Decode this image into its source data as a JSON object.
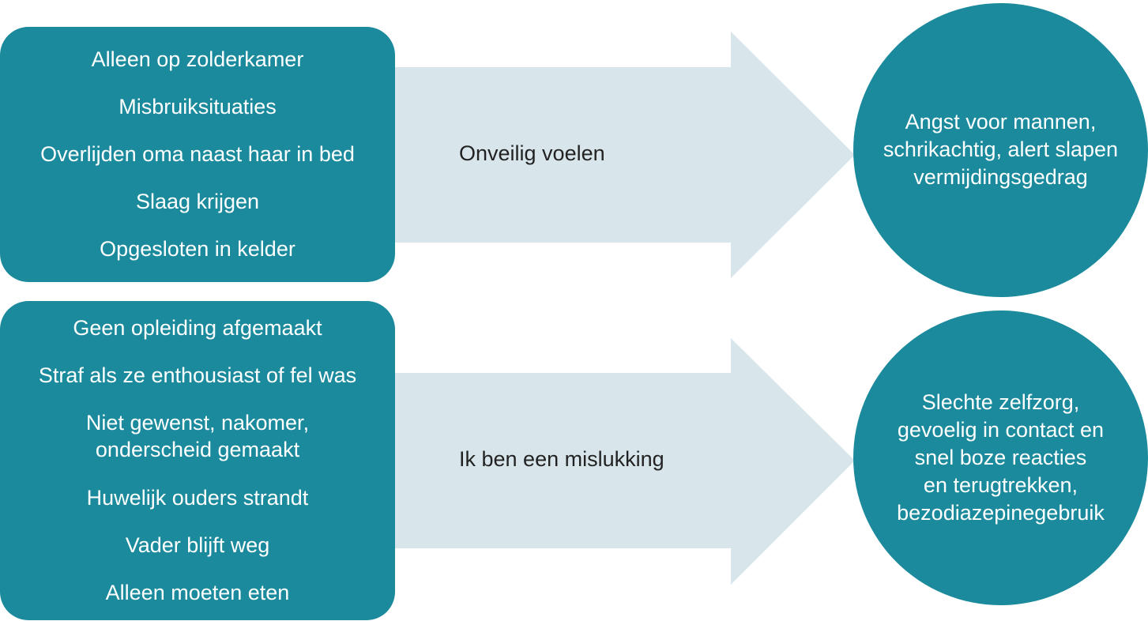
{
  "colors": {
    "box": "#1a8a9c",
    "arrow": "#d8e6eb",
    "box_text": "#ffffff",
    "arrow_text": "#222222"
  },
  "flows": [
    {
      "causes": [
        "Alleen op zolderkamer",
        "Misbruiksituaties",
        "Overlijden oma naast haar in bed",
        "Slaag krijgen",
        "Opgesloten in kelder"
      ],
      "belief": "Onveilig voelen",
      "consequence": "Angst voor mannen,\nschrikachtig, alert slapen\nvermijdingsgedrag"
    },
    {
      "causes": [
        "Geen opleiding afgemaakt",
        "Straf als ze enthousiast of fel was",
        "Niet gewenst, nakomer,\nonderscheid gemaakt",
        "Huwelijk ouders strandt",
        "Vader blijft weg",
        "Alleen moeten eten"
      ],
      "belief": "Ik ben een mislukking",
      "consequence": "Slechte zelfzorg,\ngevoelig in contact en\nsnel boze reacties\nen terugtrekken,\nbezodiazepinegebruik"
    }
  ]
}
